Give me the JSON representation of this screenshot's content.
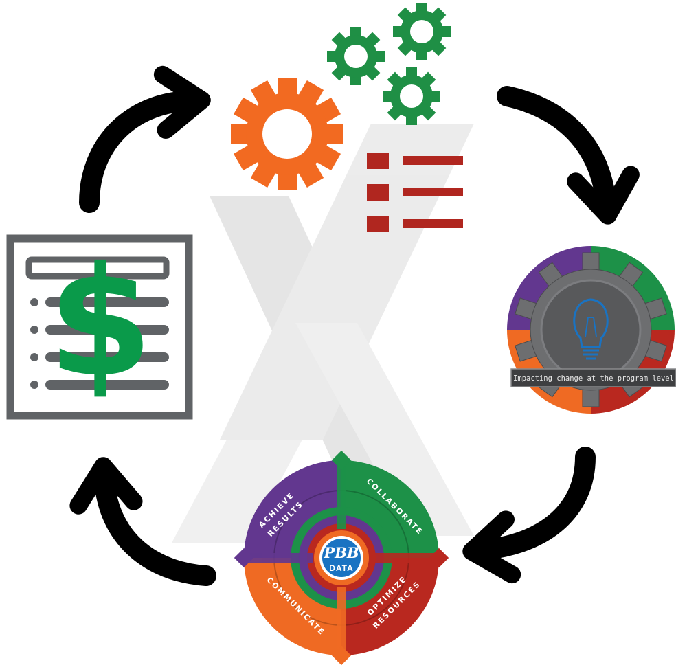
{
  "program_badge": {
    "caption": "Impacting change at the program level"
  },
  "pbb_wheel": {
    "center_title": "PBB",
    "center_subtitle": "DATA",
    "segments": [
      {
        "line1": "ACHIEVE",
        "line2": "RESULTS"
      },
      {
        "line1": "COLLABORATE",
        "line2": ""
      },
      {
        "line1": "OPTIMIZE",
        "line2": "RESOURCES"
      },
      {
        "line1": "COMMUNICATE",
        "line2": ""
      }
    ]
  },
  "colors": {
    "arrow": "#000000",
    "gear_orange": "#f26a21",
    "gear_green": "#1f8f45",
    "list_red": "#b0261f",
    "dollar_green": "#0a9a4a",
    "doc_gray": "#606366",
    "purple": "#62378f",
    "green": "#1d9148",
    "red": "#b9281f",
    "orange": "#ef6a23",
    "blue": "#1a73c2",
    "watermark": "#d6d6d6"
  },
  "icons": [
    "budget-document-icon",
    "gears-checklist-icon",
    "lightbulb-gear-badge-icon",
    "pbb-data-wheel-icon"
  ]
}
